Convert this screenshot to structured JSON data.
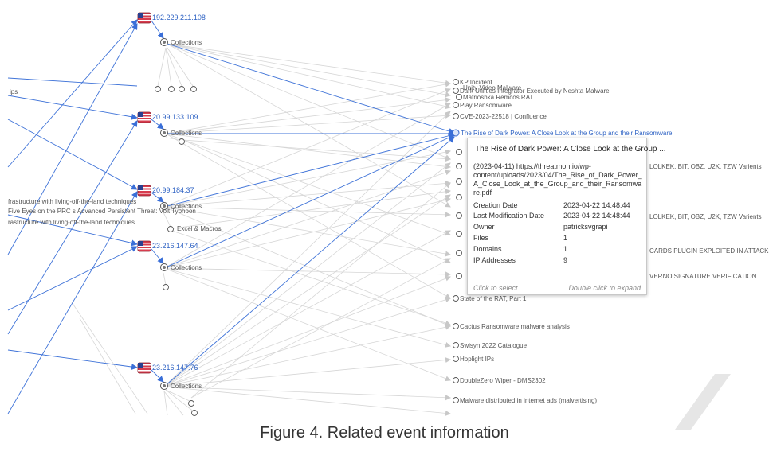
{
  "ip_nodes": [
    {
      "label": "192.229.211.108"
    },
    {
      "label": "20.99.133.109"
    },
    {
      "label": "20.99.184.37"
    },
    {
      "label": "23.216.147.64"
    },
    {
      "label": "23.216.147.76"
    }
  ],
  "collections_label": "Collections",
  "left_labels": {
    "ips": "ips",
    "infra_1": "frastructure with living-off-the-land techniques",
    "five_eyes": "Five Eyes on the PRC   s Advanced Persistent Threat:  Volt Typhoon",
    "infra_2": "rastructure with living-off-the-land techniques"
  },
  "sub_labels": {
    "excel": "Excel & Macros"
  },
  "right_events": [
    {
      "label": "KP Incident"
    },
    {
      "label": "Unity Video Malware"
    },
    {
      "label": "Dark Utilities Integrator Executed by Neshta Malware"
    },
    {
      "label": "Matrioshka Remcos RAT"
    },
    {
      "label": "Play Ransomware"
    },
    {
      "label": "CVE-2023-22518 | Confluence"
    },
    {
      "label": "The Rise of Dark Power: A Close Look at the Group and their Ransomware"
    },
    {
      "label": "State of the RAT, Part 1"
    },
    {
      "label": "Cactus Ransomware malware analysis"
    },
    {
      "label": "Swisyn 2022 Catalogue"
    },
    {
      "label": "Hoplight IPs"
    },
    {
      "label": "DoubleZero Wiper - DMS2302"
    },
    {
      "label": "Malware distributed in internet ads (malvertising)"
    }
  ],
  "partial_right": {
    "lolkek_1": "LOLKEK, BIT, OBZ, U2K, TZW Varients",
    "lolkek_2": "LOLKEK, BIT, OBZ, U2K, TZW Varients",
    "cards": "CARDS PLUGIN EXPLOITED IN ATTACKS",
    "verno": "VERNO SIGNATURE VERIFICATION"
  },
  "tooltip": {
    "title": "The Rise of Dark Power: A Close Look at the Group ...",
    "description": "(2023-04-11) https://threatmon.io/wp-content/uploads/2023/04/The_Rise_of_Dark_Power_A_Close_Look_at_the_Group_and_their_Ransomware.pdf",
    "rows": [
      {
        "key": "Creation Date",
        "value": "2023-04-22 14:48:44"
      },
      {
        "key": "Last Modification Date",
        "value": "2023-04-22 14:48:44"
      },
      {
        "key": "Owner",
        "value": "patricksvgrapi"
      },
      {
        "key": "Files",
        "value": "1"
      },
      {
        "key": "Domains",
        "value": "1"
      },
      {
        "key": "IP Addresses",
        "value": "9"
      }
    ],
    "footer_left": "Click to select",
    "footer_right": "Double click to expand"
  },
  "caption": "Figure 4. Related event information",
  "colors": {
    "accent_blue": "#3366cc",
    "edge_gray": "#d0d0d0",
    "flag_red": "#c0283a",
    "flag_blue": "#2a3f8f"
  }
}
